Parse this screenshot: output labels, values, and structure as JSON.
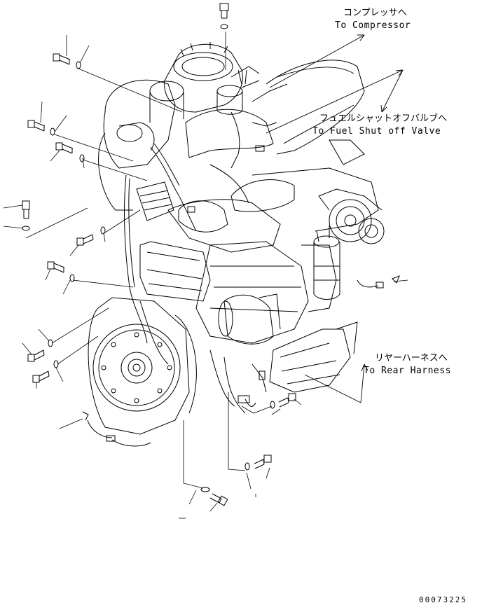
{
  "callouts": {
    "compressor": {
      "jp": "コンプレッサへ",
      "en": "To Compressor"
    },
    "fuel_valve": {
      "jp": "フュエルシャットオフバルブへ",
      "en": "To Fuel Shut off Valve"
    },
    "rear_harness": {
      "jp": "リヤーハーネスへ",
      "en": "To Rear Harness"
    }
  },
  "drawing_number": "00073225",
  "colors": {
    "line": "#000000",
    "background": "#ffffff"
  }
}
